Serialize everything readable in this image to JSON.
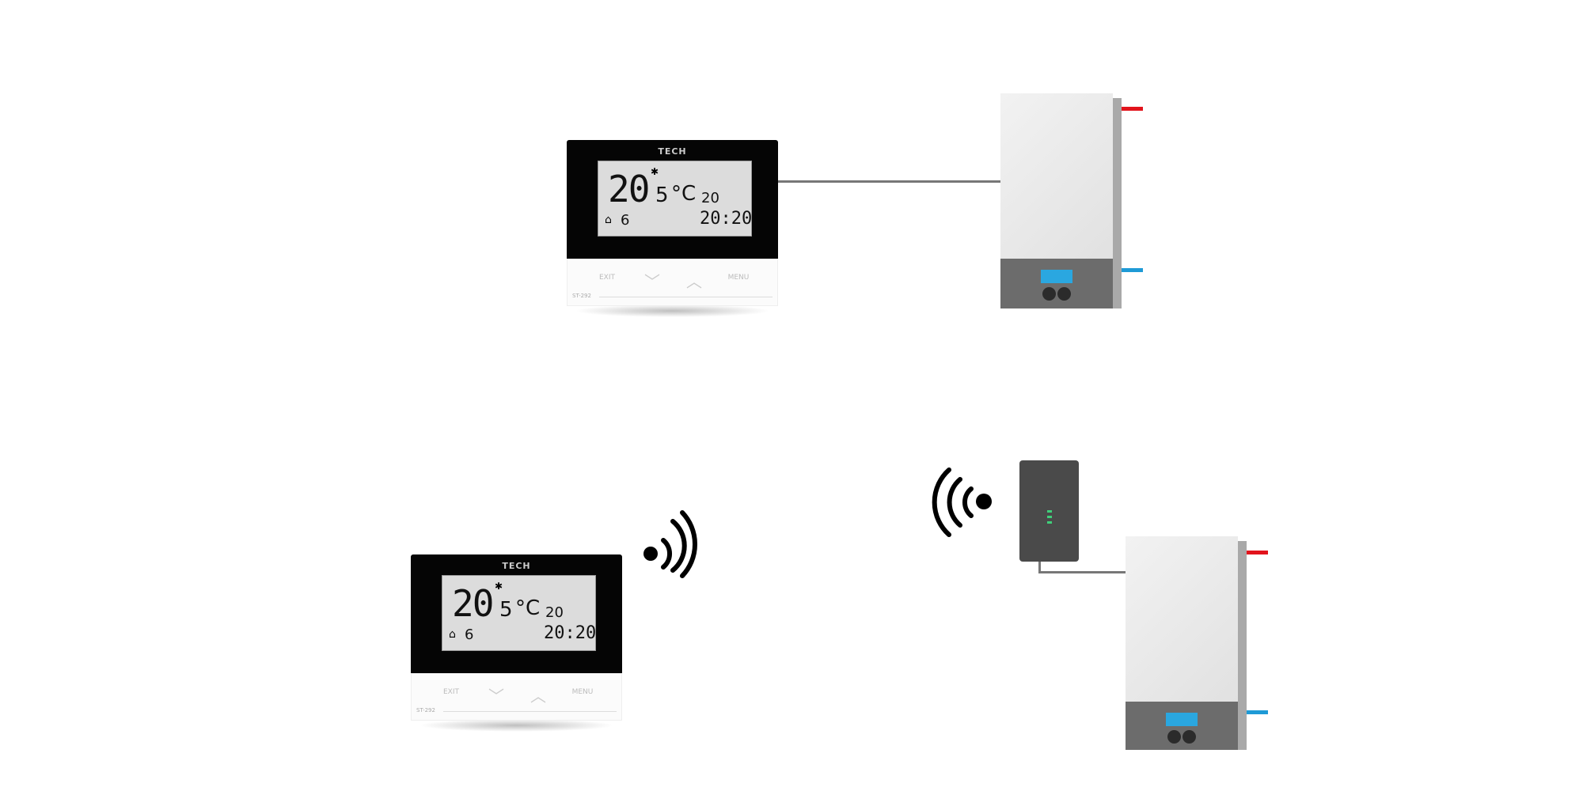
{
  "thermostat": {
    "brand": "TECH",
    "temperature_main": "20",
    "temperature_decimal": "5",
    "unit": "°C",
    "set_temperature": "20",
    "set_unit": "°C",
    "zone_number": "6",
    "clock": "20:20",
    "button_exit": "EXIT",
    "button_menu": "MENU",
    "model": "ST-292"
  },
  "colors": {
    "hot_pipe": "#e2141c",
    "cold_pipe": "#1e9ad6",
    "boiler_display": "#2aa7e0",
    "led": "#3fd07a"
  },
  "icons": [
    "wifi-signal-icon",
    "house-icon",
    "sun-icon"
  ]
}
